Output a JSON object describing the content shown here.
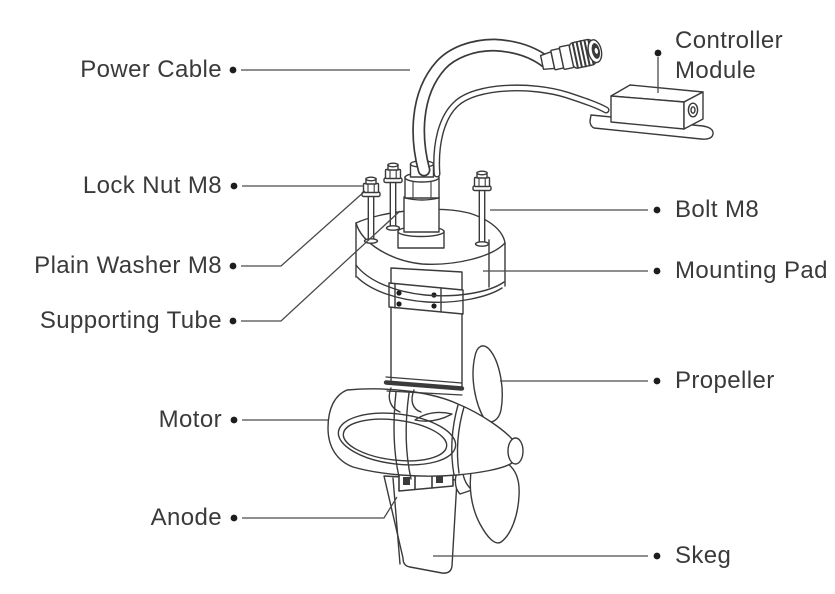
{
  "diagram": {
    "labels": {
      "power_cable": "Power Cable",
      "controller_module": "Controller Module",
      "lock_nut_m8": "Lock Nut M8",
      "bolt_m8": "Bolt M8",
      "plain_washer_m8": "Plain Washer M8",
      "mounting_pad": "Mounting Pad",
      "supporting_tube": "Supporting Tube",
      "propeller": "Propeller",
      "motor": "Motor",
      "anode": "Anode",
      "skeg": "Skeg"
    },
    "colors": {
      "background": "#ffffff",
      "line_ink": "#3a3a3a",
      "label_text": "#3a3a3a",
      "leader_line": "#4a4a4a",
      "dot": "#1d1d1d"
    }
  }
}
